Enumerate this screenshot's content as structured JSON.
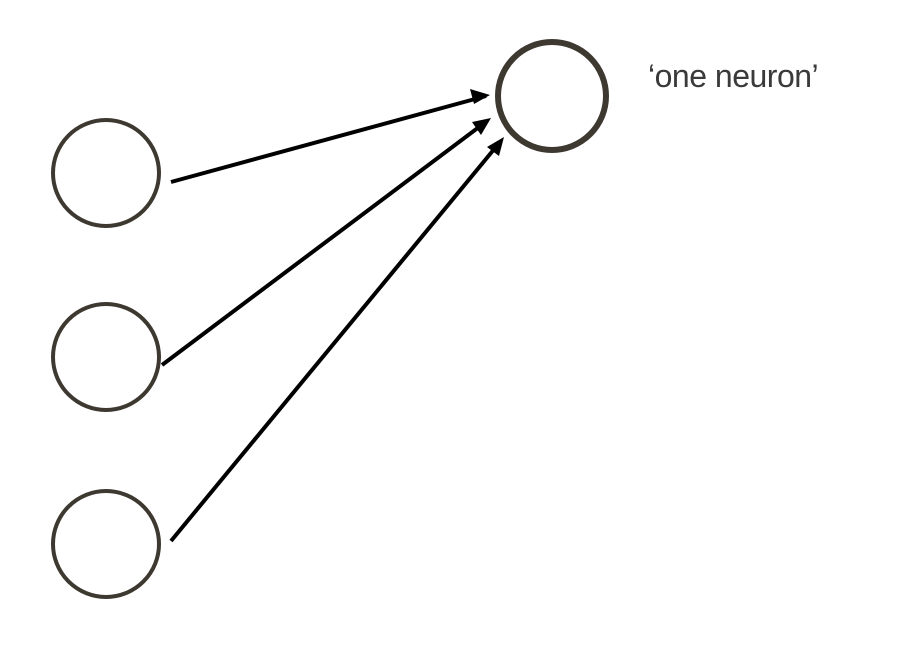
{
  "diagram": {
    "output_label": "‘one neuron’",
    "colors": {
      "node_stroke": "#3d3830",
      "arrow": "#000000",
      "label": "#3a3a3a",
      "background": "#ffffff"
    },
    "nodes": [
      {
        "id": "input-1",
        "role": "input"
      },
      {
        "id": "input-2",
        "role": "input"
      },
      {
        "id": "input-3",
        "role": "input"
      },
      {
        "id": "output",
        "role": "output"
      }
    ],
    "edges": [
      {
        "from": "input-1",
        "to": "output"
      },
      {
        "from": "input-2",
        "to": "output"
      },
      {
        "from": "input-3",
        "to": "output"
      }
    ]
  }
}
